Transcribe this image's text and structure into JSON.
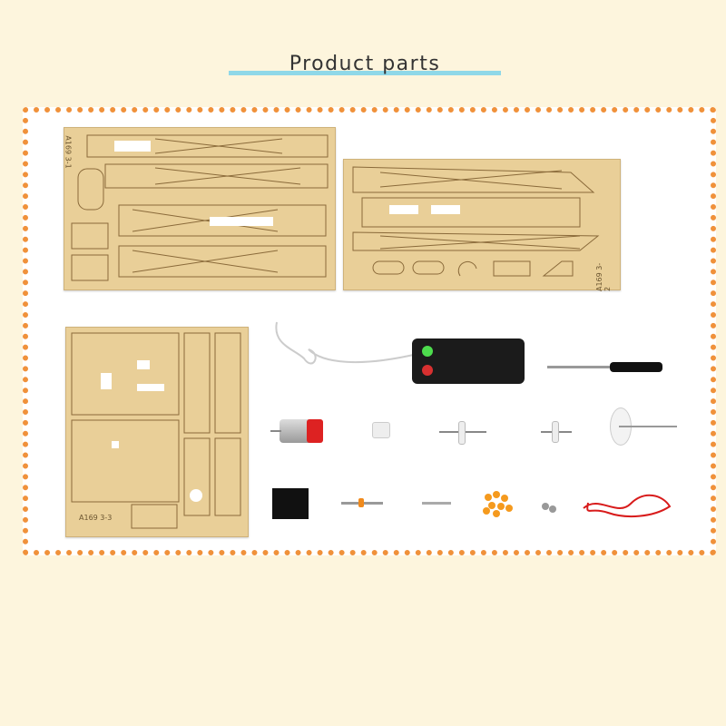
{
  "title": "Product parts",
  "boards": [
    {
      "label": "A169 3-1"
    },
    {
      "label": "A169 3-2"
    },
    {
      "label": "A169 3-3"
    }
  ],
  "colors": {
    "background": "#fdf5dd",
    "accent_line": "#8fd8e8",
    "dots": "#f0913a",
    "wood": "#e9cf98"
  }
}
